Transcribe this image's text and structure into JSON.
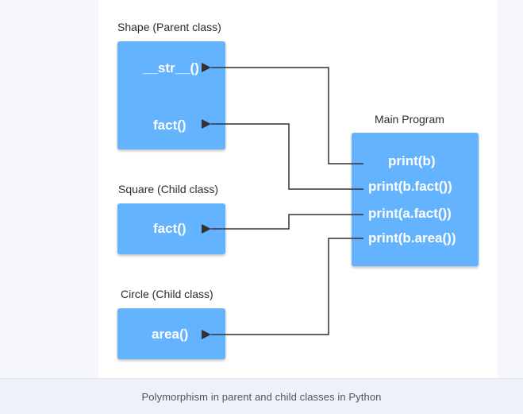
{
  "shape": {
    "label": "Shape (Parent class)",
    "methods": [
      "__str__()",
      "fact()"
    ]
  },
  "square": {
    "label": "Square (Child class)",
    "methods": [
      "fact()"
    ]
  },
  "circle": {
    "label": "Circle (Child class)",
    "methods": [
      "area()"
    ]
  },
  "main": {
    "label": "Main Program",
    "calls": [
      "print(b)",
      "print(b.fact())",
      "print(a.fact())",
      "print(b.area())"
    ]
  },
  "caption": "Polymorphism in parent and child classes in Python",
  "colors": {
    "box": "#64b3ff",
    "connector": "#333333",
    "text_on_box": "#ffffff"
  }
}
